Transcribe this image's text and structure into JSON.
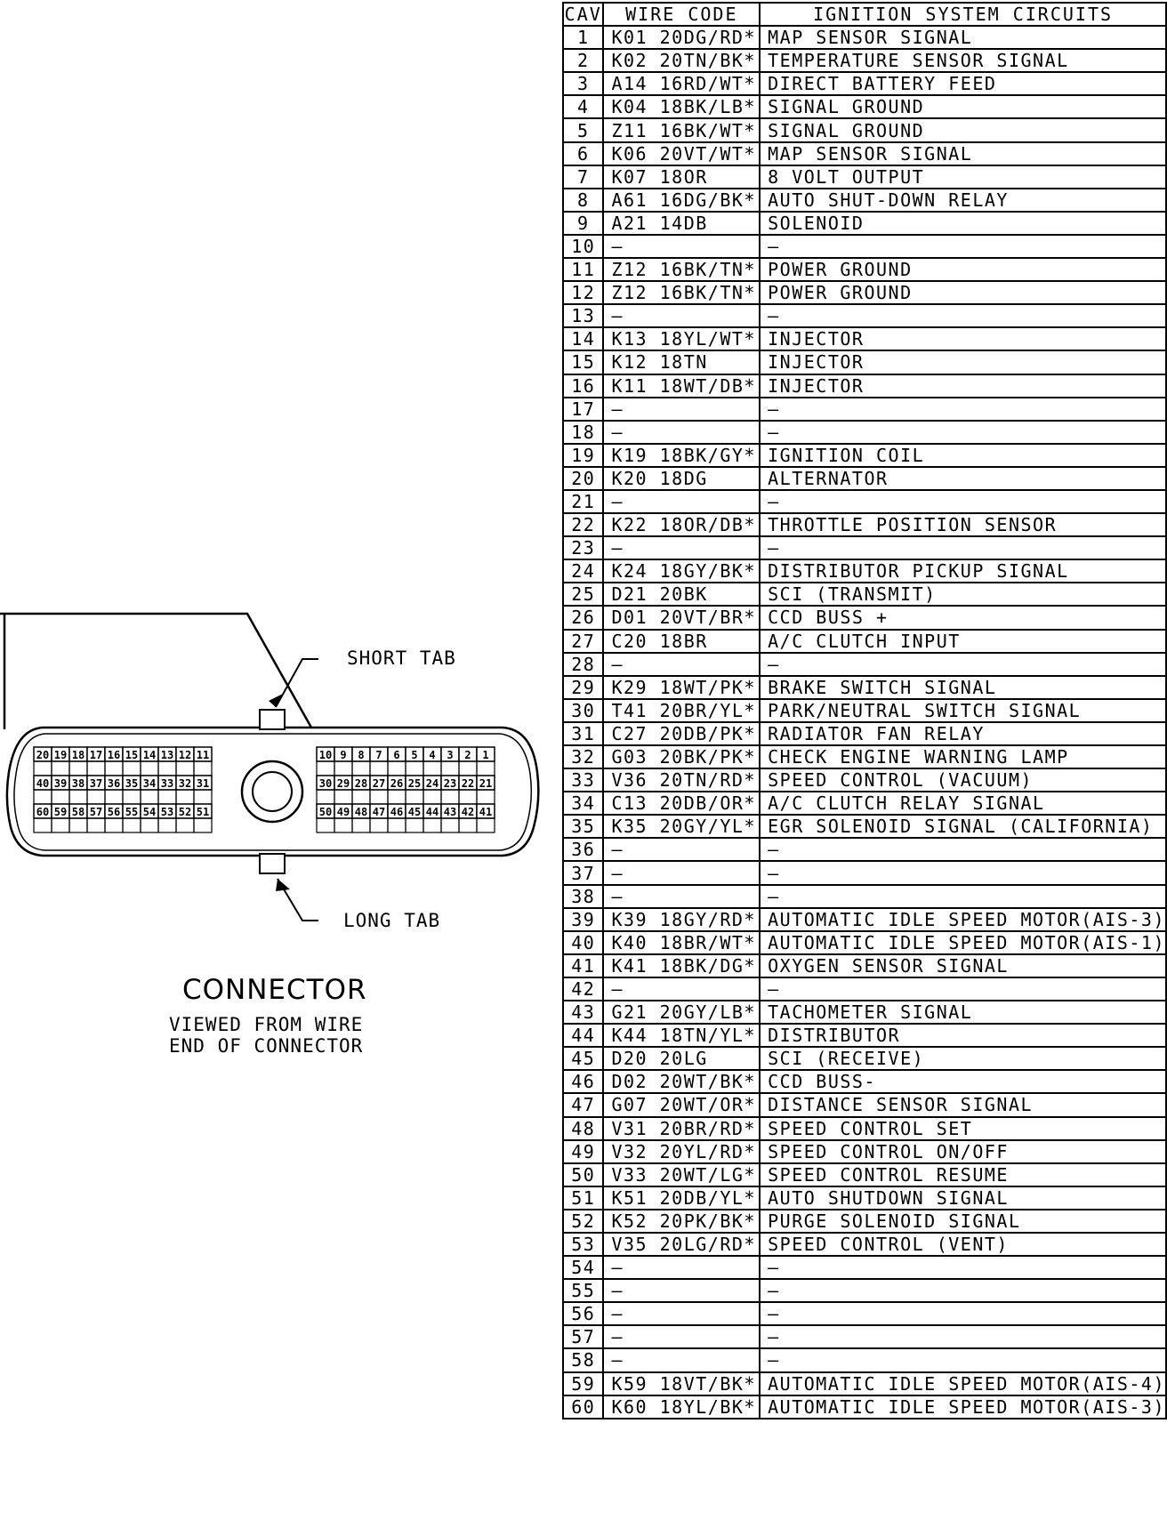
{
  "connector": {
    "title": "CONNECTOR",
    "subtitle_line1": "VIEWED FROM WIRE",
    "subtitle_line2": "END OF CONNECTOR",
    "short_tab_label": "SHORT TAB",
    "long_tab_label": "LONG TAB",
    "left_rows": [
      [
        "20",
        "19",
        "18",
        "17",
        "16",
        "15",
        "14",
        "13",
        "12",
        "11"
      ],
      [
        "40",
        "39",
        "38",
        "37",
        "36",
        "35",
        "34",
        "33",
        "32",
        "31"
      ],
      [
        "60",
        "59",
        "58",
        "57",
        "56",
        "55",
        "54",
        "53",
        "52",
        "51"
      ]
    ],
    "right_rows": [
      [
        "10",
        "9",
        "8",
        "7",
        "6",
        "5",
        "4",
        "3",
        "2",
        "1"
      ],
      [
        "30",
        "29",
        "28",
        "27",
        "26",
        "25",
        "24",
        "23",
        "22",
        "21"
      ],
      [
        "50",
        "49",
        "48",
        "47",
        "46",
        "45",
        "44",
        "43",
        "42",
        "41"
      ]
    ]
  },
  "table": {
    "headers": [
      "CAV",
      "WIRE CODE",
      "IGNITION SYSTEM CIRCUITS"
    ],
    "rows": [
      [
        "1",
        "K01 20DG/RD*",
        "MAP SENSOR SIGNAL"
      ],
      [
        "2",
        "K02 20TN/BK*",
        "TEMPERATURE SENSOR SIGNAL"
      ],
      [
        "3",
        "A14 16RD/WT*",
        "DIRECT BATTERY FEED"
      ],
      [
        "4",
        "K04 18BK/LB*",
        "SIGNAL GROUND"
      ],
      [
        "5",
        "Z11 16BK/WT*",
        "SIGNAL GROUND"
      ],
      [
        "6",
        "K06 20VT/WT*",
        "MAP SENSOR SIGNAL"
      ],
      [
        "7",
        "K07 18OR",
        "8 VOLT OUTPUT"
      ],
      [
        "8",
        "A61 16DG/BK*",
        "AUTO SHUT-DOWN RELAY"
      ],
      [
        "9",
        "A21 14DB",
        "SOLENOID"
      ],
      [
        "10",
        "—",
        "—"
      ],
      [
        "11",
        "Z12 16BK/TN*",
        "POWER GROUND"
      ],
      [
        "12",
        "Z12 16BK/TN*",
        "POWER GROUND"
      ],
      [
        "13",
        "—",
        "—"
      ],
      [
        "14",
        "K13 18YL/WT*",
        "INJECTOR"
      ],
      [
        "15",
        "K12 18TN",
        "INJECTOR"
      ],
      [
        "16",
        "K11 18WT/DB*",
        "INJECTOR"
      ],
      [
        "17",
        "—",
        "—"
      ],
      [
        "18",
        "—",
        "—"
      ],
      [
        "19",
        "K19 18BK/GY*",
        "IGNITION COIL"
      ],
      [
        "20",
        "K20 18DG",
        "ALTERNATOR"
      ],
      [
        "21",
        "—",
        "—"
      ],
      [
        "22",
        "K22 18OR/DB*",
        "THROTTLE POSITION SENSOR"
      ],
      [
        "23",
        "—",
        "—"
      ],
      [
        "24",
        "K24 18GY/BK*",
        "DISTRIBUTOR PICKUP SIGNAL"
      ],
      [
        "25",
        "D21 20BK",
        "SCI (TRANSMIT)"
      ],
      [
        "26",
        "D01 20VT/BR*",
        "CCD BUSS +"
      ],
      [
        "27",
        "C20 18BR",
        "A/C CLUTCH INPUT"
      ],
      [
        "28",
        "—",
        "—"
      ],
      [
        "29",
        "K29 18WT/PK*",
        "BRAKE SWITCH SIGNAL"
      ],
      [
        "30",
        "T41 20BR/YL*",
        "PARK/NEUTRAL SWITCH SIGNAL"
      ],
      [
        "31",
        "C27 20DB/PK*",
        "RADIATOR FAN RELAY"
      ],
      [
        "32",
        "G03 20BK/PK*",
        "CHECK ENGINE WARNING LAMP"
      ],
      [
        "33",
        "V36 20TN/RD*",
        "SPEED CONTROL (VACUUM)"
      ],
      [
        "34",
        "C13 20DB/OR*",
        "A/C CLUTCH RELAY SIGNAL"
      ],
      [
        "35",
        "K35 20GY/YL*",
        "EGR SOLENOID SIGNAL (CALIFORNIA)"
      ],
      [
        "36",
        "—",
        "—"
      ],
      [
        "37",
        "—",
        "—"
      ],
      [
        "38",
        "—",
        "—"
      ],
      [
        "39",
        "K39 18GY/RD*",
        "AUTOMATIC IDLE SPEED MOTOR(AIS-3)"
      ],
      [
        "40",
        "K40 18BR/WT*",
        "AUTOMATIC IDLE SPEED MOTOR(AIS-1)"
      ],
      [
        "41",
        "K41 18BK/DG*",
        "OXYGEN SENSOR SIGNAL"
      ],
      [
        "42",
        "—",
        "—"
      ],
      [
        "43",
        "G21 20GY/LB*",
        "TACHOMETER SIGNAL"
      ],
      [
        "44",
        "K44 18TN/YL*",
        "DISTRIBUTOR"
      ],
      [
        "45",
        "D20 20LG",
        "SCI (RECEIVE)"
      ],
      [
        "46",
        "D02 20WT/BK*",
        "CCD BUSS-"
      ],
      [
        "47",
        "G07 20WT/OR*",
        "DISTANCE SENSOR SIGNAL"
      ],
      [
        "48",
        "V31 20BR/RD*",
        "SPEED CONTROL SET"
      ],
      [
        "49",
        "V32 20YL/RD*",
        "SPEED CONTROL ON/OFF"
      ],
      [
        "50",
        "V33 20WT/LG*",
        "SPEED CONTROL RESUME"
      ],
      [
        "51",
        "K51 20DB/YL*",
        "AUTO SHUTDOWN SIGNAL"
      ],
      [
        "52",
        "K52 20PK/BK*",
        "PURGE SOLENOID SIGNAL"
      ],
      [
        "53",
        "V35 20LG/RD*",
        "SPEED CONTROL (VENT)"
      ],
      [
        "54",
        "—",
        "—"
      ],
      [
        "55",
        "—",
        "—"
      ],
      [
        "56",
        "—",
        "—"
      ],
      [
        "57",
        "—",
        "—"
      ],
      [
        "58",
        "—",
        "—"
      ],
      [
        "59",
        "K59 18VT/BK*",
        "AUTOMATIC IDLE SPEED MOTOR(AIS-4)"
      ],
      [
        "60",
        "K60 18YL/BK*",
        "AUTOMATIC IDLE SPEED MOTOR(AIS-3)"
      ]
    ]
  }
}
